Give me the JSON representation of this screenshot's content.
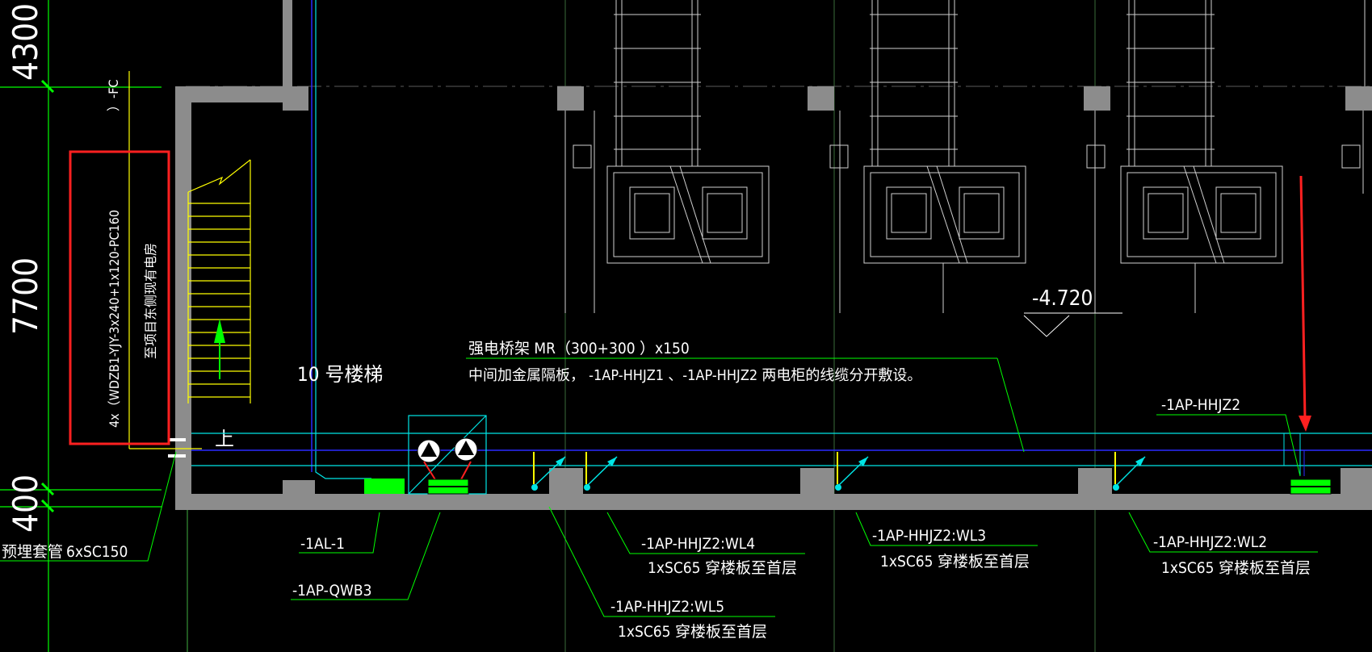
{
  "dimensions": {
    "top_value": "4300",
    "mid_value": "7700",
    "bottom_value": "400"
  },
  "labels": {
    "fc_note": "）-FC",
    "cable_spec": "4x（WDZB1-YJY-3x240+1x120-PC160",
    "cable_dest": "至项目东侧现有电房",
    "stair_name": "10 号楼梯",
    "up_mark": "上",
    "elevation": "-4.720",
    "tray_spec": "强电桥架 MR（300+300 ）x150",
    "tray_note": "中间加金属隔板， -1AP-HHJZ1 、-1AP-HHJZ2 两电柜的线缆分开敷设。",
    "panel_right": "-1AP-HHJZ2",
    "al1": "-1AL-1",
    "qwb3": "-1AP-QWB3",
    "embed_left": "预埋套管",
    "embed_spec": "6xSC150",
    "wl4": "-1AP-HHJZ2:WL4",
    "wl4_spec": "1xSC65 穿楼板至首层",
    "wl5": "-1AP-HHJZ2:WL5",
    "wl5_spec": "1xSC65 穿楼板至首层",
    "wl3": "-1AP-HHJZ2:WL3",
    "wl3_spec": "1xSC65 穿楼板至首层",
    "wl2": "-1AP-HHJZ2:WL2",
    "wl2_spec": "1xSC65 穿楼板至首层"
  },
  "colors": {
    "background": "#000000",
    "wall": "#8c8c8c",
    "dimension": "#00ff00",
    "cable_tray": "#00e5e5",
    "conduit": "#2a2aff",
    "stair": "#ffff00",
    "highlight_box": "#ff2020",
    "equipment": "#00ff00",
    "annotation": "#ffffff"
  }
}
